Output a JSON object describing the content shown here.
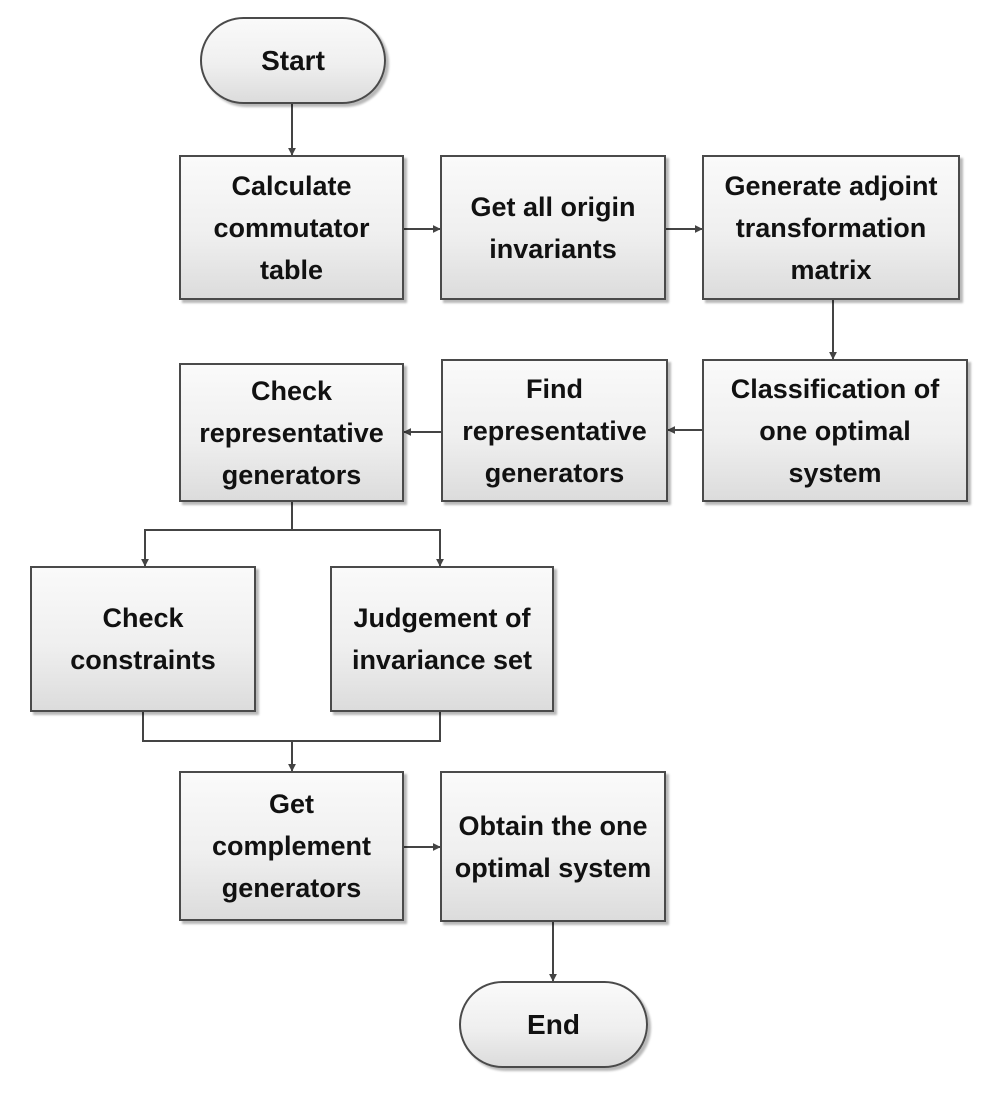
{
  "flowchart": {
    "nodes": {
      "start": "Start",
      "calc_commutator": "Calculate\ncommutator\ntable",
      "origin_invariants": "Get all origin\ninvariants",
      "adjoint_matrix": "Generate adjoint\ntransformation\nmatrix",
      "classification": "Classification of\none optimal\nsystem",
      "find_generators": "Find\nrepresentative\ngenerators",
      "check_generators": "Check\nrepresentative\ngenerators",
      "check_constraints": "Check\nconstraints",
      "judgement_invariance": "Judgement of\ninvariance set",
      "complement_generators": "Get\ncomplement\ngenerators",
      "obtain_system": "Obtain the one\noptimal system",
      "end": "End"
    },
    "colors": {
      "box_border": "#4a4a4a",
      "box_fill_top": "#fafafa",
      "box_fill_bottom": "#dcdcdc",
      "connector": "#444444",
      "text": "#111111"
    }
  }
}
